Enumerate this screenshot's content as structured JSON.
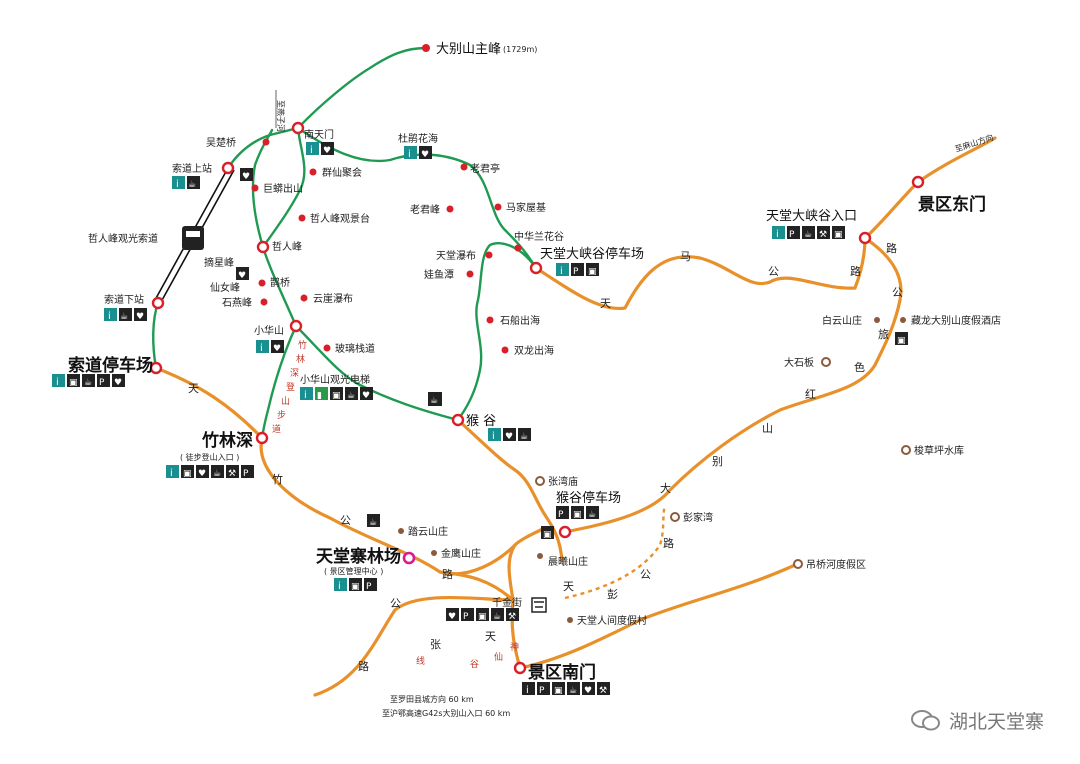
{
  "colors": {
    "road": "#e8902a",
    "trail": "#1f9a52",
    "poi": "#d9202a",
    "lodging": "#8a5a3c",
    "icon_bg": "#222222",
    "icon_info": "#1a8f8f",
    "icon_green": "#2a9a4a"
  },
  "peak": {
    "name": "大别山主峰",
    "elevation": "(1729m)"
  },
  "gates": {
    "east": "景区东门",
    "south": "景区南门",
    "canyon": "天堂大峡谷入口"
  },
  "hubs": {
    "ropeway_top": "索道上站",
    "ropeway_bottom": "索道下站",
    "ropeway_name": "哲人峰观光索道",
    "ropeway_parking": "索道停车场",
    "zhulinshen": "竹林深",
    "zhulinshen_note": "( 徒步登山入口 )",
    "forest_farm": "天堂寨林场",
    "forest_farm_note": "( 景区管理中心 )",
    "canyon_parking": "天堂大峡谷停车场",
    "hougu": "猴 谷",
    "hougu_parking": "猴谷停车场",
    "nantianmen": "南天门",
    "zherenfeng": "哲人峰",
    "xiaohuashan": "小华山",
    "elevator": "小华山观光电梯",
    "qianjinjie": "千金街"
  },
  "scenic_points": [
    "吴楚桥",
    "巨蟒出山",
    "群仙聚会",
    "哲人峰观景台",
    "摘星峰",
    "鹊桥",
    "仙女峰",
    "石燕峰",
    "云崖瀑布",
    "玻璃栈道",
    "杜鹃花海",
    "老君亭",
    "老君峰",
    "马家屋基",
    "中华兰花谷",
    "天堂瀑布",
    "娃鱼潭",
    "石船出海",
    "双龙出海"
  ],
  "lodging": [
    "白云山庄",
    "藏龙大别山度假酒店",
    "大石板",
    "梭草坪水库",
    "张湾庙",
    "彭家湾",
    "踏云山庄",
    "金鹰山庄",
    "晨曦山庄",
    "吊桥河度假区",
    "天堂人间度假村"
  ],
  "road_labels": {
    "tianma": [
      "天",
      "马",
      "公",
      "路"
    ],
    "east_road": [
      "路",
      "公",
      "旅",
      "色",
      "红",
      "山",
      "别",
      "大"
    ],
    "zhuyun": [
      "天",
      "竹",
      "公",
      "路"
    ],
    "zhangtian": [
      "公",
      "路",
      "张",
      "天",
      "线",
      "谷",
      "神",
      "仙"
    ],
    "tianpeng": [
      "天",
      "彭",
      "公",
      "路"
    ],
    "to_east": "至麻山方向"
  },
  "trail_labels": [
    "竹",
    "林",
    "深",
    "登",
    "山",
    "步",
    "道"
  ],
  "directions": [
    "至罗田县城方向 60 km",
    "至沪鄂高速G42s大别山入口 60 km"
  ],
  "watermark": "湖北天堂寨"
}
